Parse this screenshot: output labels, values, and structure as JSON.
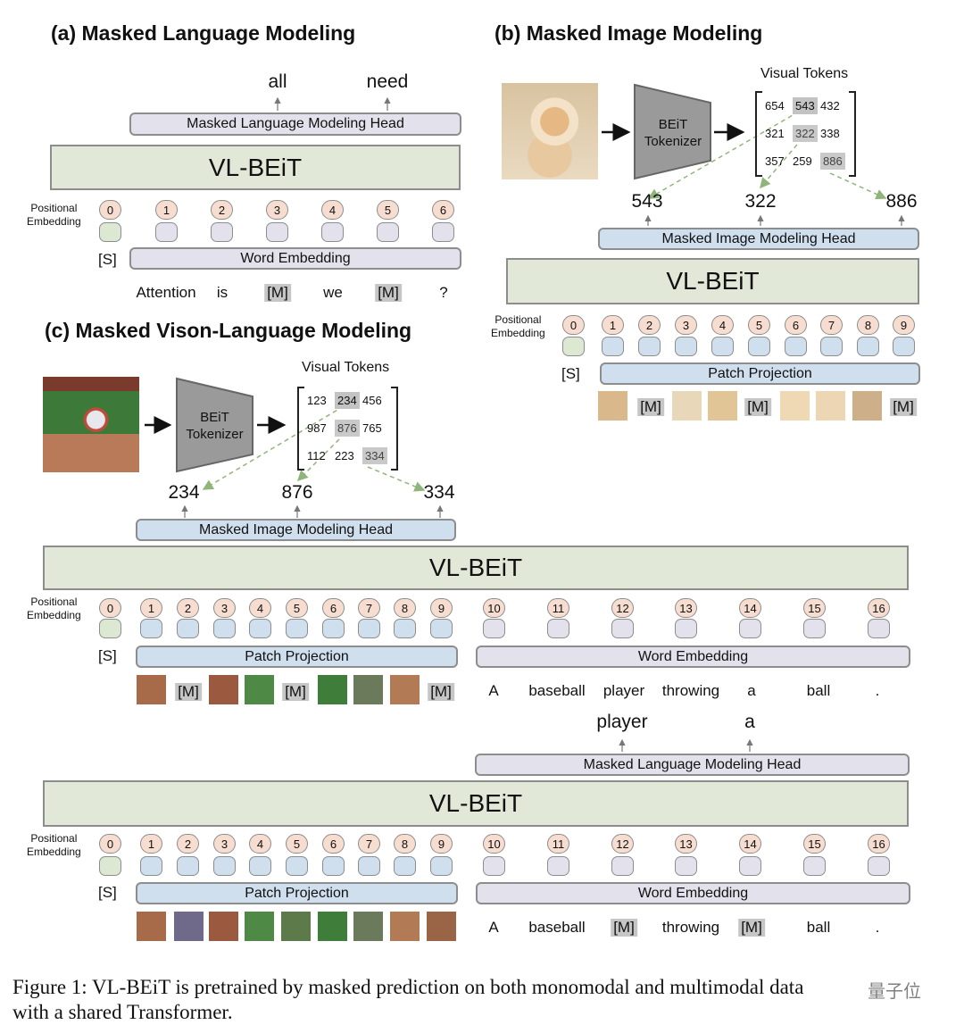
{
  "sections": {
    "a_title": "(a) Masked Language Modeling",
    "b_title": "(b) Masked Image Modeling",
    "c_title": "(c) Masked Vison-Language Modeling"
  },
  "common": {
    "model": "VL-BEiT",
    "pos_emb_line1": "Positional",
    "pos_emb_line2": "Embedding",
    "s_token": "[S]",
    "mask_token": "[M]",
    "mlm_head": "Masked Language Modeling Head",
    "mim_head": "Masked Image Modeling Head",
    "word_embedding": "Word Embedding",
    "patch_projection": "Patch Projection",
    "visual_tokens": "Visual Tokens",
    "tokenizer_line1": "BEiT",
    "tokenizer_line2": "Tokenizer"
  },
  "panel_a": {
    "outputs": [
      "all",
      "need"
    ],
    "positions": [
      "0",
      "1",
      "2",
      "3",
      "4",
      "5",
      "6"
    ],
    "words": [
      "Attention",
      "is",
      "[M]",
      "we",
      "[M]",
      "?"
    ]
  },
  "panel_b": {
    "token_grid": [
      [
        "654",
        "543",
        "432"
      ],
      [
        "321",
        "322",
        "338"
      ],
      [
        "357",
        "259",
        "886"
      ]
    ],
    "outputs": [
      "543",
      "322",
      "886"
    ],
    "positions": [
      "0",
      "1",
      "2",
      "3",
      "4",
      "5",
      "6",
      "7",
      "8",
      "9"
    ]
  },
  "panel_c": {
    "token_grid": [
      [
        "123",
        "234",
        "456"
      ],
      [
        "987",
        "876",
        "765"
      ],
      [
        "112",
        "223",
        "334"
      ]
    ],
    "image_outputs": [
      "234",
      "876",
      "334"
    ],
    "positions": [
      "0",
      "1",
      "2",
      "3",
      "4",
      "5",
      "6",
      "7",
      "8",
      "9",
      "10",
      "11",
      "12",
      "13",
      "14",
      "15",
      "16"
    ],
    "words_1": [
      "A",
      "baseball",
      "player",
      "throwing",
      "a",
      "ball",
      "."
    ],
    "text_outputs": [
      "player",
      "a"
    ],
    "words_2": [
      "A",
      "baseball",
      "[M]",
      "throwing",
      "[M]",
      "ball",
      "."
    ]
  },
  "caption": {
    "line1": "Figure 1:   VL-BEiT is pretrained by masked prediction on both monomodal and multimodal data",
    "line2": "with a shared Transformer."
  },
  "watermark": "量子位",
  "colors": {
    "vl_beit": "#e2e8d7",
    "position_circle": "#f6ddd0",
    "text_embedding": "#e3e2ec",
    "image_embedding": "#cfdfee",
    "s_embedding": "#dde8d2",
    "arrow_dashed": "#8fb57a"
  }
}
